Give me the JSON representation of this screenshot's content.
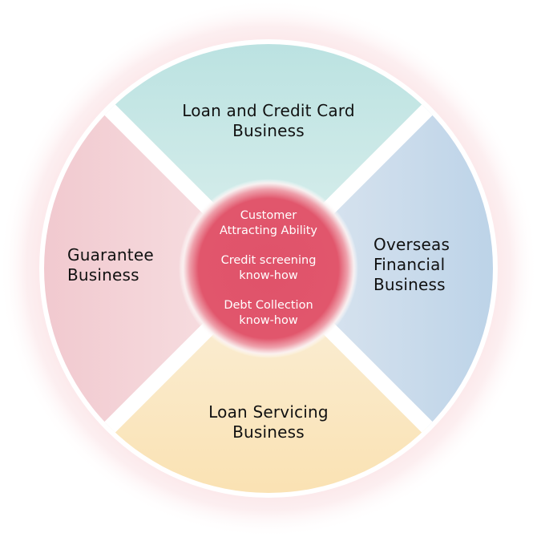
{
  "diagram": {
    "segments": [
      {
        "id": "top",
        "lines": [
          "Loan and Credit Card",
          "Business"
        ],
        "color": "#bfe3e2"
      },
      {
        "id": "right",
        "lines": [
          "Overseas",
          "Financial",
          "Business"
        ],
        "color": "#c2d5e8"
      },
      {
        "id": "bottom",
        "lines": [
          "Loan Servicing",
          "Business"
        ],
        "color": "#f9e6be"
      },
      {
        "id": "left",
        "lines": [
          "Guarantee",
          "Business"
        ],
        "color": "#f3cfd4"
      }
    ],
    "core": {
      "color": "#e05368",
      "items": [
        {
          "lines": [
            "Customer",
            "Attracting Ability"
          ]
        },
        {
          "lines": [
            "Credit screening",
            "know-how"
          ]
        },
        {
          "lines": [
            "Debt Collection",
            "know-how"
          ]
        }
      ]
    },
    "outer_glow_color": "#fbe3e5"
  }
}
